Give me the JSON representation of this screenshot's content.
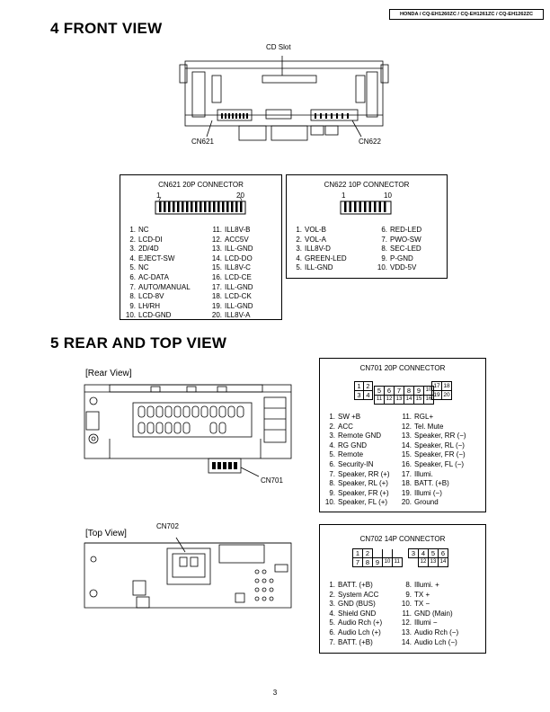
{
  "header": {
    "model_line": "HONDA / CQ-EH1260ZC / CQ-EH1261ZC / CQ-EH1262ZC"
  },
  "front_view": {
    "title": "4   FRONT VIEW",
    "cd_slot_label": "CD Slot",
    "cn621_label": "CN621",
    "cn622_label": "CN622"
  },
  "cn621": {
    "title": "CN621 20P CONNECTOR",
    "pin_first": "1",
    "pin_last": "20",
    "left_pins": [
      {
        "n": "1.",
        "name": "NC"
      },
      {
        "n": "2.",
        "name": "LCD-DI"
      },
      {
        "n": "3.",
        "name": "2D/4D"
      },
      {
        "n": "4.",
        "name": "EJECT-SW"
      },
      {
        "n": "5.",
        "name": "NC"
      },
      {
        "n": "6.",
        "name": "AC-DATA"
      },
      {
        "n": "7.",
        "name": "AUTO/MANUAL"
      },
      {
        "n": "8.",
        "name": "LCD-8V"
      },
      {
        "n": "9.",
        "name": "LH/RH"
      },
      {
        "n": "10.",
        "name": "LCD-GND"
      }
    ],
    "right_pins": [
      {
        "n": "11.",
        "name": "ILL8V-B"
      },
      {
        "n": "12.",
        "name": "ACC5V"
      },
      {
        "n": "13.",
        "name": "ILL-GND"
      },
      {
        "n": "14.",
        "name": "LCD-DO"
      },
      {
        "n": "15.",
        "name": "ILL8V-C"
      },
      {
        "n": "16.",
        "name": "LCD-CE"
      },
      {
        "n": "17.",
        "name": "ILL-GND"
      },
      {
        "n": "18.",
        "name": "LCD-CK"
      },
      {
        "n": "19.",
        "name": "ILL-GND"
      },
      {
        "n": "20.",
        "name": "ILL8V-A"
      }
    ]
  },
  "cn622": {
    "title": "CN622  10P  CONNECTOR",
    "pin_first": "1",
    "pin_last": "10",
    "left_pins": [
      {
        "n": "1.",
        "name": "VOL-B"
      },
      {
        "n": "2.",
        "name": "VOL-A"
      },
      {
        "n": "3.",
        "name": "ILL8V-D"
      },
      {
        "n": "4.",
        "name": "GREEN-LED"
      },
      {
        "n": "5.",
        "name": "ILL-GND"
      }
    ],
    "right_pins": [
      {
        "n": "6.",
        "name": "RED-LED"
      },
      {
        "n": "7.",
        "name": "PWO-SW"
      },
      {
        "n": "8.",
        "name": "SEC-LED"
      },
      {
        "n": "9.",
        "name": "P-GND"
      },
      {
        "n": "10.",
        "name": "VDD-5V"
      }
    ]
  },
  "rear_top_view": {
    "title": "5   REAR AND TOP VIEW",
    "rear_label": "[Rear View]",
    "top_label": "[Top View]",
    "cn701_label": "CN701",
    "cn702_label": "CN702"
  },
  "cn701": {
    "title": "CN701 20P CONNECTOR",
    "grid": {
      "a": [
        "1",
        "2"
      ],
      "b": [
        "3",
        "4"
      ],
      "c": [
        "5",
        "6",
        "7",
        "8",
        "9",
        "10"
      ],
      "d": [
        "11",
        "12",
        "13",
        "14",
        "15",
        "16"
      ],
      "e": [
        "17",
        "18"
      ],
      "f": [
        "19",
        "20"
      ]
    },
    "left_pins": [
      {
        "n": "1.",
        "name": "SW +B"
      },
      {
        "n": "2.",
        "name": "ACC"
      },
      {
        "n": "3.",
        "name": "Remote GND"
      },
      {
        "n": "4.",
        "name": "RG GND"
      },
      {
        "n": "5.",
        "name": "Remote"
      },
      {
        "n": "6.",
        "name": "Security-IN"
      },
      {
        "n": "7.",
        "name": "Speaker, RR (+)"
      },
      {
        "n": "8.",
        "name": "Speaker, RL (+)"
      },
      {
        "n": "9.",
        "name": "Speaker, FR (+)"
      },
      {
        "n": "10.",
        "name": "Speaker, FL (+)"
      }
    ],
    "right_pins": [
      {
        "n": "11.",
        "name": "RGL+"
      },
      {
        "n": "12.",
        "name": "Tel. Mute"
      },
      {
        "n": "13.",
        "name": "Speaker, RR (−)"
      },
      {
        "n": "14.",
        "name": "Speaker, RL (−)"
      },
      {
        "n": "15.",
        "name": "Speaker, FR (−)"
      },
      {
        "n": "16.",
        "name": "Speaker, FL (−)"
      },
      {
        "n": "17.",
        "name": "Illumi."
      },
      {
        "n": "18.",
        "name": "BATT. (+B)"
      },
      {
        "n": "19.",
        "name": "Illumi (−)"
      },
      {
        "n": "20.",
        "name": "Ground"
      }
    ]
  },
  "cn702": {
    "title": "CN702  14P  CONNECTOR",
    "grid": {
      "top_left": [
        "1",
        "2"
      ],
      "bottom_left": [
        "7",
        "8",
        "9",
        "10",
        "11"
      ],
      "top_right": [
        "3",
        "4",
        "5",
        "6"
      ],
      "bottom_right": [
        "12",
        "13",
        "14"
      ]
    },
    "left_pins": [
      {
        "n": "1.",
        "name": "BATT. (+B)"
      },
      {
        "n": "2.",
        "name": "System ACC"
      },
      {
        "n": "3.",
        "name": "GND (BUS)"
      },
      {
        "n": "4.",
        "name": "Shield GND"
      },
      {
        "n": "5.",
        "name": "Audio Rch (+)"
      },
      {
        "n": "6.",
        "name": "Audio Lch (+)"
      },
      {
        "n": "7.",
        "name": "BATT. (+B)"
      }
    ],
    "right_pins": [
      {
        "n": "8.",
        "name": "Illumi. +"
      },
      {
        "n": "9.",
        "name": "TX +"
      },
      {
        "n": "10.",
        "name": "TX −"
      },
      {
        "n": "11.",
        "name": "GND (Main)"
      },
      {
        "n": "12.",
        "name": "Illumi −"
      },
      {
        "n": "13.",
        "name": "Audio Rch (−)"
      },
      {
        "n": "14.",
        "name": "Audio Lch (−)"
      }
    ]
  },
  "footer": {
    "page_number": "3"
  }
}
